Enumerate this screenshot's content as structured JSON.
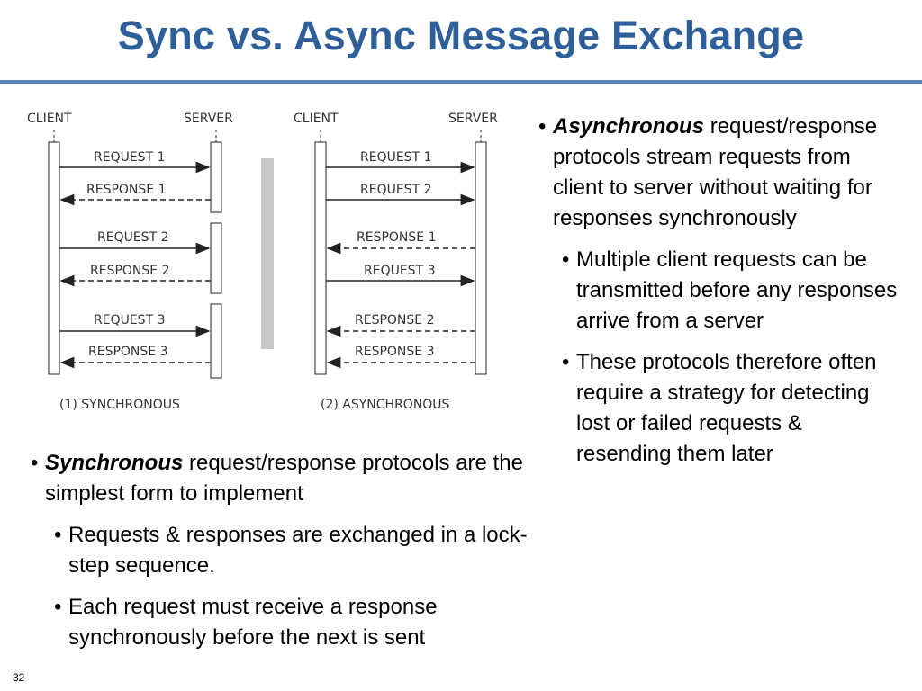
{
  "slide": {
    "title": "Sync vs. Async Message Exchange",
    "page_number": "32"
  },
  "diagram": {
    "sync": {
      "client_label": "CLIENT",
      "server_label": "SERVER",
      "caption": "(1) SYNCHRONOUS",
      "messages": [
        "REQUEST 1",
        "RESPONSE 1",
        "REQUEST 2",
        "RESPONSE 2",
        "REQUEST 3",
        "RESPONSE 3"
      ]
    },
    "async": {
      "client_label": "CLIENT",
      "server_label": "SERVER",
      "caption": "(2) ASYNCHRONOUS",
      "messages": [
        "REQUEST 1",
        "REQUEST 2",
        "RESPONSE 1",
        "REQUEST 3",
        "RESPONSE 2",
        "RESPONSE 3"
      ]
    }
  },
  "async_text": {
    "heading": "Asynchronous",
    "body": " request/response protocols stream requests from client to server without waiting for responses synchronously",
    "sub": [
      "Multiple client requests can be transmitted before any responses arrive from a server",
      "These protocols therefore often require a strategy for detecting lost or failed requests & resending them later"
    ]
  },
  "sync_text": {
    "heading": "Synchronous",
    "body": " request/response protocols are the simplest form to implement",
    "sub": [
      "Requests & responses are exchanged in a lock-step sequence.",
      "Each request must receive a response synchronously before the next is sent"
    ]
  }
}
